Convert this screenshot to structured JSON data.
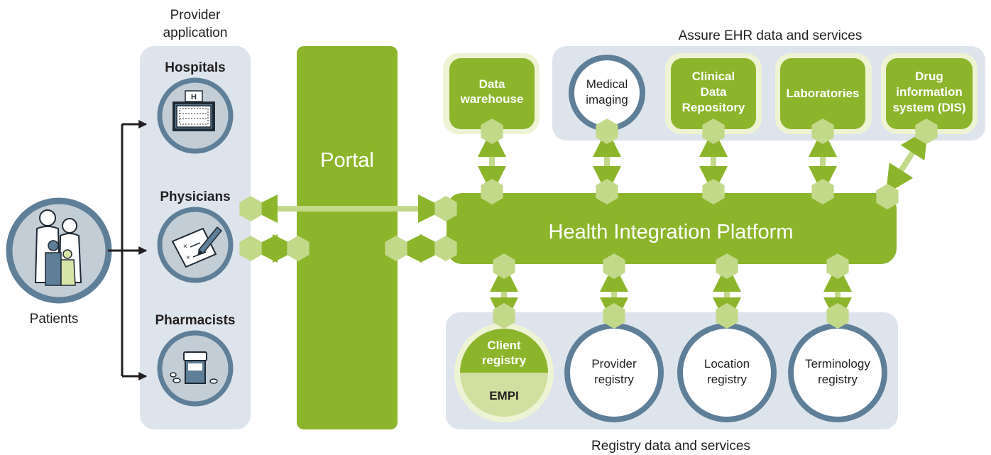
{
  "provider_panel": {
    "title_line1": "Provider",
    "title_line2": "application",
    "hospitals": "Hospitals",
    "physicians": "Physicians",
    "pharmacists": "Pharmacists",
    "hospital_sign": "H"
  },
  "patients": {
    "label": "Patients"
  },
  "portal": {
    "label": "Portal"
  },
  "hip": {
    "label": "Health Integration Platform"
  },
  "ehr": {
    "title": "Assure EHR data and services",
    "data_warehouse": [
      "Data",
      "warehouse"
    ],
    "medical_imaging": [
      "Medical",
      "imaging"
    ],
    "clinical_data_repository": [
      "Clinical",
      "Data",
      "Repository"
    ],
    "laboratories": "Laboratories",
    "drug_information_system": [
      "Drug",
      "information",
      "system (DIS)"
    ]
  },
  "registry": {
    "title": "Registry data and services",
    "client_registry": [
      "Client",
      "registry"
    ],
    "empi": "EMPI",
    "provider_registry": [
      "Provider",
      "registry"
    ],
    "location_registry": [
      "Location",
      "registry"
    ],
    "terminology_registry": [
      "Terminology",
      "registry"
    ]
  },
  "colors": {
    "green": "#8DB52C",
    "light_green": "#C3D98A",
    "pale_green": "#EEF3D4",
    "blue_grey": "#5E7F97",
    "panel": "#DDE4EC"
  }
}
